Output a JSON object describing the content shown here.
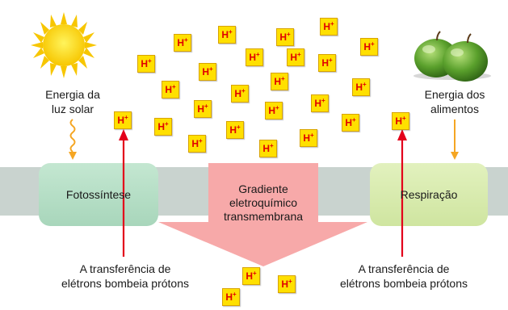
{
  "labels": {
    "solar_energy_line1": "Energia da",
    "solar_energy_line2": "luz solar",
    "food_energy_line1": "Energia dos",
    "food_energy_line2": "alimentos",
    "photosynthesis": "Fotossíntese",
    "respiration": "Respiração",
    "gradient_line1": "Gradiente",
    "gradient_line2": "eletroquímico",
    "gradient_line3": "transmembrana",
    "pump_left_line1": "A transferência de",
    "pump_left_line2": "elétrons bombeia prótons",
    "pump_right_line1": "A transferência de",
    "pump_right_line2": "elétrons bombeia prótons"
  },
  "proton": {
    "symbol": "H",
    "charge": "+"
  },
  "icons": [
    "sun-icon",
    "apples-icon"
  ],
  "colors": {
    "membrane": "#c9d3cf",
    "photosynthesis_box": "#b7dfc7",
    "respiration_box": "#d9ecb0",
    "gradient_arrow": "#f7a9a9",
    "pump_arrow": "#e3001b",
    "energy_arrow": "#f5a623",
    "proton_box": "#ffe000",
    "proton_text": "#e00000"
  }
}
